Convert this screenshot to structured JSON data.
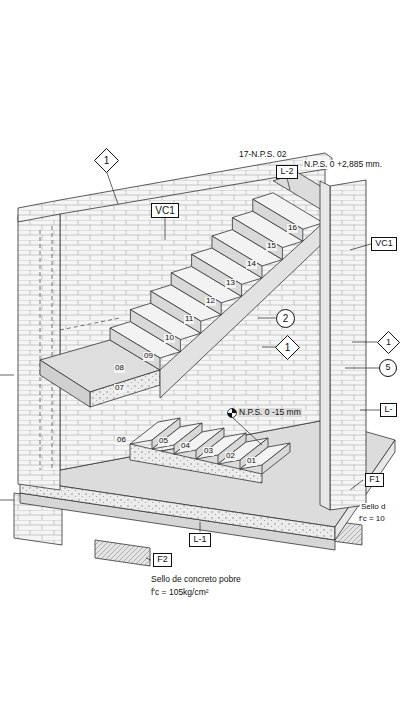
{
  "diagram": {
    "nodes": [
      {
        "text": [
          "1"
        ]
      },
      {
        "text": [
          "VC1"
        ]
      },
      {
        "text": [
          "L-2"
        ]
      },
      {
        "text": [
          "VC1"
        ]
      },
      {
        "text": [
          "2"
        ]
      },
      {
        "text": [
          "1"
        ]
      },
      {
        "text": [
          "1"
        ]
      },
      {
        "text": [
          "5"
        ]
      },
      {
        "text": [
          "L-"
        ]
      },
      {
        "text": [
          "F1"
        ]
      },
      {
        "text": [
          "L-1"
        ]
      },
      {
        "text": [
          "F2"
        ]
      }
    ],
    "labels": [
      "17-N.P.S. 02",
      "N.P.S. 0 +2,885 mm.",
      "N.P.S. 0 -15 mm",
      "01",
      "02",
      "03",
      "04",
      "05",
      "06",
      "07",
      "08",
      "09",
      "10",
      "11",
      "12",
      "13",
      "14",
      "15",
      "16",
      "Sello de concreto pobre",
      "f'c = 105kg/cm²",
      "Sello d",
      "f'c = 10"
    ]
  }
}
